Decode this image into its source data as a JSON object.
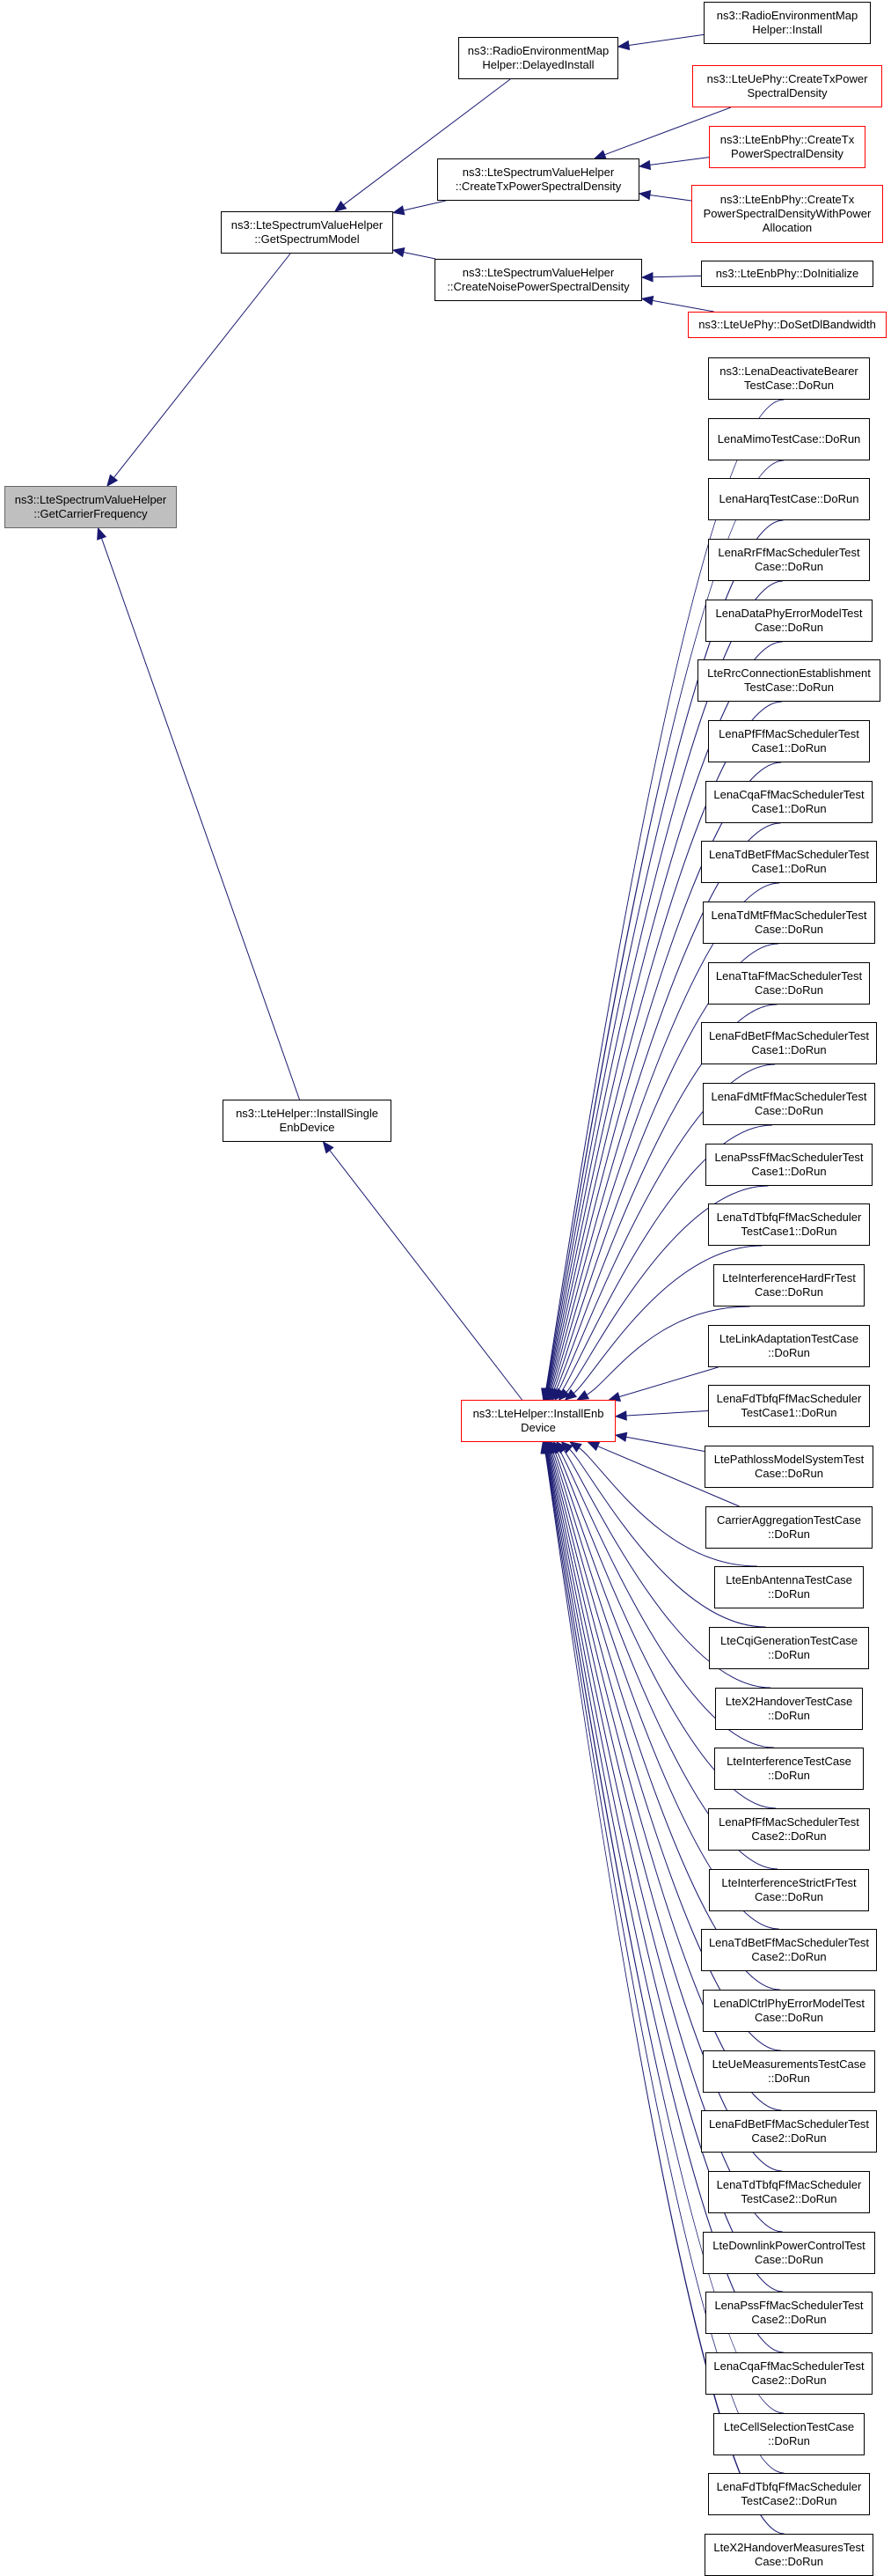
{
  "colors": {
    "edge": "#191970",
    "border": "#000000",
    "highlight": "#ff0000",
    "root_fill": "#bfbfbf"
  },
  "nodes": [
    {
      "id": "root",
      "label": "ns3::LteSpectrumValueHelper\n::GetCarrierFrequency",
      "style": "root"
    },
    {
      "id": "getspec",
      "label": "ns3::LteSpectrumValueHelper\n::GetSpectrumModel",
      "style": "normal"
    },
    {
      "id": "installsingle",
      "label": "ns3::LteHelper::InstallSingle\nEnbDevice",
      "style": "normal"
    },
    {
      "id": "installenb",
      "label": "ns3::LteHelper::InstallEnb\nDevice",
      "style": "red"
    },
    {
      "id": "delayed",
      "label": "ns3::RadioEnvironmentMap\nHelper::DelayedInstall",
      "style": "normal"
    },
    {
      "id": "txpsd",
      "label": "ns3::LteSpectrumValueHelper\n::CreateTxPowerSpectralDensity",
      "style": "normal"
    },
    {
      "id": "noisepsd",
      "label": "ns3::LteSpectrumValueHelper\n::CreateNoisePowerSpectralDensity",
      "style": "normal"
    },
    {
      "id": "reminstall",
      "label": "ns3::RadioEnvironmentMap\nHelper::Install",
      "style": "normal"
    },
    {
      "id": "uephytx",
      "label": "ns3::LteUePhy::CreateTxPower\nSpectralDensity",
      "style": "red"
    },
    {
      "id": "enbphytx",
      "label": "ns3::LteEnbPhy::CreateTx\nPowerSpectralDensity",
      "style": "red"
    },
    {
      "id": "enbphytxalloc",
      "label": "ns3::LteEnbPhy::CreateTx\nPowerSpectralDensityWithPower\nAllocation",
      "style": "red"
    },
    {
      "id": "enbdoinit",
      "label": "ns3::LteEnbPhy::DoInitialize",
      "style": "normal"
    },
    {
      "id": "uedoset",
      "label": "ns3::LteUePhy::DoSetDlBandwidth",
      "style": "red"
    },
    {
      "id": "t01",
      "label": "ns3::LenaDeactivateBearer\nTestCase::DoRun",
      "style": "normal"
    },
    {
      "id": "t02",
      "label": "LenaMimoTestCase::DoRun",
      "style": "normal"
    },
    {
      "id": "t03",
      "label": "LenaHarqTestCase::DoRun",
      "style": "normal"
    },
    {
      "id": "t04",
      "label": "LenaRrFfMacSchedulerTest\nCase::DoRun",
      "style": "normal"
    },
    {
      "id": "t05",
      "label": "LenaDataPhyErrorModelTest\nCase::DoRun",
      "style": "normal"
    },
    {
      "id": "t06",
      "label": "LteRrcConnectionEstablishment\nTestCase::DoRun",
      "style": "normal"
    },
    {
      "id": "t07",
      "label": "LenaPfFfMacSchedulerTest\nCase1::DoRun",
      "style": "normal"
    },
    {
      "id": "t08",
      "label": "LenaCqaFfMacSchedulerTest\nCase1::DoRun",
      "style": "normal"
    },
    {
      "id": "t09",
      "label": "LenaTdBetFfMacSchedulerTest\nCase1::DoRun",
      "style": "normal"
    },
    {
      "id": "t10",
      "label": "LenaTdMtFfMacSchedulerTest\nCase::DoRun",
      "style": "normal"
    },
    {
      "id": "t11",
      "label": "LenaTtaFfMacSchedulerTest\nCase::DoRun",
      "style": "normal"
    },
    {
      "id": "t12",
      "label": "LenaFdBetFfMacSchedulerTest\nCase1::DoRun",
      "style": "normal"
    },
    {
      "id": "t13",
      "label": "LenaFdMtFfMacSchedulerTest\nCase::DoRun",
      "style": "normal"
    },
    {
      "id": "t14",
      "label": "LenaPssFfMacSchedulerTest\nCase1::DoRun",
      "style": "normal"
    },
    {
      "id": "t15",
      "label": "LenaTdTbfqFfMacScheduler\nTestCase1::DoRun",
      "style": "normal"
    },
    {
      "id": "t16",
      "label": "LteInterferenceHardFrTest\nCase::DoRun",
      "style": "normal"
    },
    {
      "id": "t17",
      "label": "LteLinkAdaptationTestCase\n::DoRun",
      "style": "normal"
    },
    {
      "id": "t18",
      "label": "LenaFdTbfqFfMacScheduler\nTestCase1::DoRun",
      "style": "normal"
    },
    {
      "id": "t19",
      "label": "LtePathlossModelSystemTest\nCase::DoRun",
      "style": "normal"
    },
    {
      "id": "t20",
      "label": "CarrierAggregationTestCase\n::DoRun",
      "style": "normal"
    },
    {
      "id": "t21",
      "label": "LteEnbAntennaTestCase\n::DoRun",
      "style": "normal"
    },
    {
      "id": "t22",
      "label": "LteCqiGenerationTestCase\n::DoRun",
      "style": "normal"
    },
    {
      "id": "t23",
      "label": "LteX2HandoverTestCase\n::DoRun",
      "style": "normal"
    },
    {
      "id": "t24",
      "label": "LteInterferenceTestCase\n::DoRun",
      "style": "normal"
    },
    {
      "id": "t25",
      "label": "LenaPfFfMacSchedulerTest\nCase2::DoRun",
      "style": "normal"
    },
    {
      "id": "t26",
      "label": "LteInterferenceStrictFrTest\nCase::DoRun",
      "style": "normal"
    },
    {
      "id": "t27",
      "label": "LenaTdBetFfMacSchedulerTest\nCase2::DoRun",
      "style": "normal"
    },
    {
      "id": "t28",
      "label": "LenaDlCtrlPhyErrorModelTest\nCase::DoRun",
      "style": "normal"
    },
    {
      "id": "t29",
      "label": "LteUeMeasurementsTestCase\n::DoRun",
      "style": "normal"
    },
    {
      "id": "t30",
      "label": "LenaFdBetFfMacSchedulerTest\nCase2::DoRun",
      "style": "normal"
    },
    {
      "id": "t31",
      "label": "LenaTdTbfqFfMacScheduler\nTestCase2::DoRun",
      "style": "normal"
    },
    {
      "id": "t32",
      "label": "LteDownlinkPowerControlTest\nCase::DoRun",
      "style": "normal"
    },
    {
      "id": "t33",
      "label": "LenaPssFfMacSchedulerTest\nCase2::DoRun",
      "style": "normal"
    },
    {
      "id": "t34",
      "label": "LenaCqaFfMacSchedulerTest\nCase2::DoRun",
      "style": "normal"
    },
    {
      "id": "t35",
      "label": "LteCellSelectionTestCase\n::DoRun",
      "style": "normal"
    },
    {
      "id": "t36",
      "label": "LenaFdTbfqFfMacScheduler\nTestCase2::DoRun",
      "style": "normal"
    },
    {
      "id": "t37",
      "label": "LteX2HandoverMeasuresTest\nCase::DoRun",
      "style": "normal"
    }
  ],
  "edges": [
    {
      "from": "getspec",
      "to": "root"
    },
    {
      "from": "installsingle",
      "to": "root"
    },
    {
      "from": "delayed",
      "to": "getspec"
    },
    {
      "from": "txpsd",
      "to": "getspec"
    },
    {
      "from": "noisepsd",
      "to": "getspec"
    },
    {
      "from": "installenb",
      "to": "installsingle"
    },
    {
      "from": "reminstall",
      "to": "delayed"
    },
    {
      "from": "uephytx",
      "to": "txpsd"
    },
    {
      "from": "enbphytx",
      "to": "txpsd"
    },
    {
      "from": "enbphytxalloc",
      "to": "txpsd"
    },
    {
      "from": "enbdoinit",
      "to": "noisepsd"
    },
    {
      "from": "uedoset",
      "to": "noisepsd"
    },
    {
      "from": "t01",
      "to": "installenb"
    },
    {
      "from": "t02",
      "to": "installenb"
    },
    {
      "from": "t03",
      "to": "installenb"
    },
    {
      "from": "t04",
      "to": "installenb"
    },
    {
      "from": "t05",
      "to": "installenb"
    },
    {
      "from": "t06",
      "to": "installenb"
    },
    {
      "from": "t07",
      "to": "installenb"
    },
    {
      "from": "t08",
      "to": "installenb"
    },
    {
      "from": "t09",
      "to": "installenb"
    },
    {
      "from": "t10",
      "to": "installenb"
    },
    {
      "from": "t11",
      "to": "installenb"
    },
    {
      "from": "t12",
      "to": "installenb"
    },
    {
      "from": "t13",
      "to": "installenb"
    },
    {
      "from": "t14",
      "to": "installenb"
    },
    {
      "from": "t15",
      "to": "installenb"
    },
    {
      "from": "t16",
      "to": "installenb"
    },
    {
      "from": "t17",
      "to": "installenb"
    },
    {
      "from": "t18",
      "to": "installenb"
    },
    {
      "from": "t19",
      "to": "installenb"
    },
    {
      "from": "t20",
      "to": "installenb"
    },
    {
      "from": "t21",
      "to": "installenb"
    },
    {
      "from": "t22",
      "to": "installenb"
    },
    {
      "from": "t23",
      "to": "installenb"
    },
    {
      "from": "t24",
      "to": "installenb"
    },
    {
      "from": "t25",
      "to": "installenb"
    },
    {
      "from": "t26",
      "to": "installenb"
    },
    {
      "from": "t27",
      "to": "installenb"
    },
    {
      "from": "t28",
      "to": "installenb"
    },
    {
      "from": "t29",
      "to": "installenb"
    },
    {
      "from": "t30",
      "to": "installenb"
    },
    {
      "from": "t31",
      "to": "installenb"
    },
    {
      "from": "t32",
      "to": "installenb"
    },
    {
      "from": "t33",
      "to": "installenb"
    },
    {
      "from": "t34",
      "to": "installenb"
    },
    {
      "from": "t35",
      "to": "installenb"
    },
    {
      "from": "t36",
      "to": "installenb"
    },
    {
      "from": "t37",
      "to": "installenb"
    }
  ]
}
